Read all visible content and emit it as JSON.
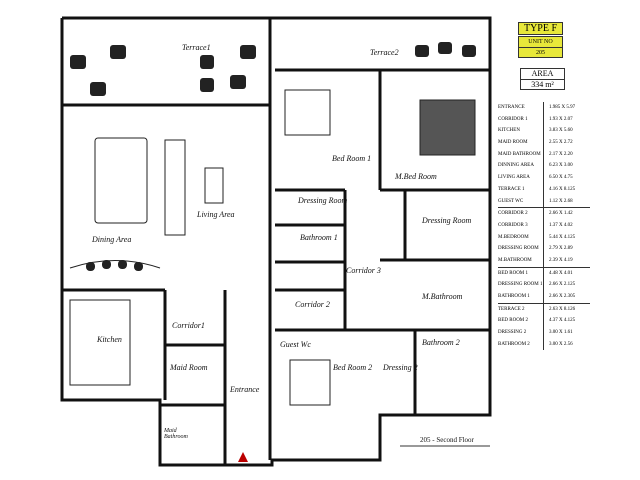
{
  "legend": {
    "type": "TYPE  F",
    "unit_label": "UNIT NO",
    "unit_no": "205",
    "area_label": "AREA",
    "area_value": "334 m²"
  },
  "areas": [
    [
      {
        "name": "ENTRANCE",
        "dims": "1.985  X  5.97"
      },
      {
        "name": "CORRIDOR  1",
        "dims": "1.93  X  2.07"
      },
      {
        "name": "KITCHEN",
        "dims": "3.83  X  5.60"
      },
      {
        "name": "MAID ROOM",
        "dims": "2.55  X  2.72"
      },
      {
        "name": "MAID BATHROOM",
        "dims": "2.17  X  2.20"
      },
      {
        "name": "DINNING AREA",
        "dims": "6.23  X  3.00"
      },
      {
        "name": "LIVING  AREA",
        "dims": "6.50  X  4.75"
      },
      {
        "name": "TERRACE  1",
        "dims": "4.16  X  8.125"
      },
      {
        "name": "GUEST WC",
        "dims": "1.12  X  2.68"
      }
    ],
    [
      {
        "name": "CORRIDOR 2",
        "dims": "2.66  X  1.42"
      },
      {
        "name": "CORRIDOR 3",
        "dims": "1.37  X  4.02"
      },
      {
        "name": "M.BEDROOM",
        "dims": "5.44  X  4.125"
      },
      {
        "name": "DRESSING ROOM",
        "dims": "2.79  X  2.89"
      },
      {
        "name": "M.BATHROOM",
        "dims": "2.39  X  4.19"
      }
    ],
    [
      {
        "name": "BED ROOM  1",
        "dims": "4.48  X  4.01"
      },
      {
        "name": "DRESSING ROOM 1",
        "dims": "2.66  X  2.125"
      },
      {
        "name": "BATHROOM  1",
        "dims": "2.66  X  2.305"
      }
    ],
    [
      {
        "name": "TERRACE  2",
        "dims": "2.63  X  8.126"
      },
      {
        "name": "BED ROOM  2",
        "dims": "4.37  X  4.125"
      },
      {
        "name": "DRESSING  2",
        "dims": "3.00  X  1.61"
      },
      {
        "name": "BATHROOM  2",
        "dims": "3.00  X  2.56"
      }
    ]
  ],
  "rooms": {
    "terrace1": "Terrace1",
    "terrace2": "Terrace2",
    "bedroom1": "Bed Room 1",
    "mbedroom": "M.Bed Room",
    "dressing1": "Dressing Room",
    "dressing_m": "Dressing Room",
    "bathroom1": "Bathroom 1",
    "corridor3": "Corridor 3",
    "mbathroom": "M.Bathroom",
    "corridor2": "Corridor 2",
    "guestwc": "Guest Wc",
    "bedroom2": "Bed Room 2",
    "bathroom2": "Bathroom 2",
    "dressing2": "Dressing 2",
    "dining": "Dining Area",
    "living": "Living Area",
    "kitchen": "Kitchen",
    "corridor1": "Corridor1",
    "maidroom": "Maid Room",
    "entrance": "Entrance",
    "maidbath": "Maid Bathroom"
  },
  "floor_caption": "205 - Second Floor"
}
